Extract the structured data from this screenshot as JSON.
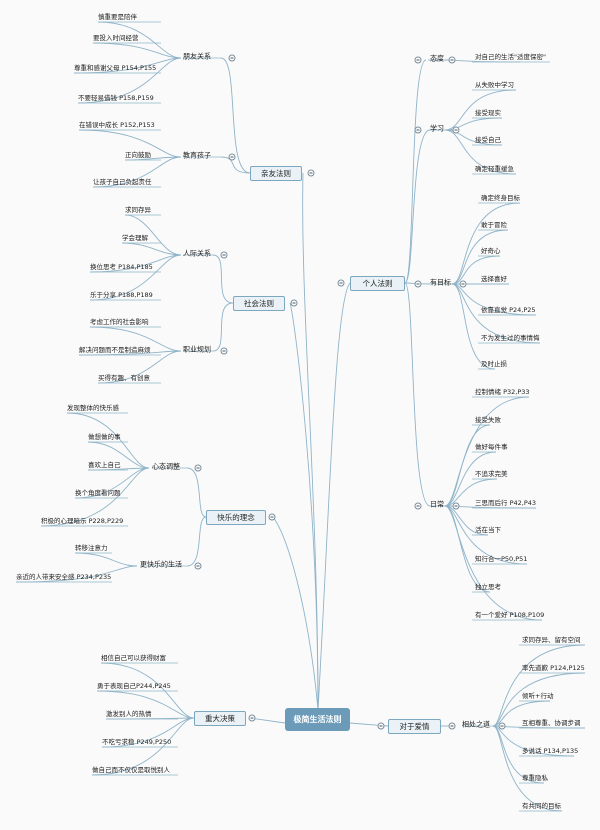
{
  "root": {
    "label": "极简生活法则"
  },
  "branches": {
    "qinyou": {
      "label": "亲友法则",
      "pengyou": {
        "label": "朋友关系",
        "items": [
          "慎重要是陪伴",
          "要投入时间经营",
          "尊重和感谢父母 P154,P155",
          "不要轻易借钱 P158,P159"
        ]
      },
      "jiaoyu": {
        "label": "教育孩子",
        "items": [
          "在错误中成长 P152,P153",
          "正向鼓励",
          "让孩子自己负起责任"
        ]
      }
    },
    "shehui": {
      "label": "社会法则",
      "renji": {
        "label": "人际关系",
        "items": [
          "求同存异",
          "学会理解",
          "换位思考 P184,P185",
          "乐于分享 P188,P189"
        ]
      },
      "zhiye": {
        "label": "职业规划",
        "items": [
          "考虑工作的社会影响",
          "解决问题而不是制造麻烦",
          "买得有趣、有创意"
        ]
      }
    },
    "kuaile": {
      "label": "快乐的理念",
      "xintai": {
        "label": "心态调整",
        "items": [
          "发现整体的快乐感",
          "做想做的事",
          "喜欢上自己",
          "换个角度看问题",
          "积极的心理暗示 P228,P229"
        ]
      },
      "shenghuo": {
        "label": "更快乐的生活",
        "items": [
          "转移注意力",
          "亲近的人带来安全感 P234,P235"
        ]
      }
    },
    "juece": {
      "label": "重大决策",
      "items": [
        "相信自己可以获得财富",
        "勇于表现自己P244,P245",
        "激发别人的热情",
        "不吃亏求稳 P249,P250",
        "做自己而不仅仅是取悦别人"
      ]
    },
    "geren": {
      "label": "个人法则",
      "taidu": {
        "label": "态度",
        "items": [
          "对自己的生活\"适度保密\""
        ]
      },
      "xuexi": {
        "label": "学习",
        "items": [
          "从失败中学习",
          "接受现实",
          "接受自己",
          "确定轻重缓急"
        ]
      },
      "mubiao": {
        "label": "有目标",
        "items": [
          "确定终身目标",
          "敢于冒险",
          "好奇心",
          "选择喜好",
          "依靠直觉 P24,P25",
          "不为发生过的事情悔",
          "及时止损"
        ]
      },
      "richang": {
        "label": "日常",
        "items": [
          "控制情绪 P32,P33",
          "接受失败",
          "做好每件事",
          "不追求完美",
          "三思而后行 P42,P43",
          "活在当下",
          "知行合一P50,P51",
          "独立思考",
          "有一个爱好 P108,P109"
        ]
      }
    },
    "aiqing": {
      "label": "对于爱情",
      "xiangchu": {
        "label": "相处之道",
        "items": [
          "求同存异、留有空间",
          "率先道歉  P124,P125",
          "倾听+行动",
          "互相尊重、协调步调",
          "多说话 P134,P135",
          "尊重隐私",
          "有共同的目标"
        ]
      }
    }
  },
  "colors": {
    "line": "#8fb4c9",
    "node_fill": "#eaf2f7",
    "node_border": "#7da7bf",
    "root_fill": "#6b9bb9"
  }
}
